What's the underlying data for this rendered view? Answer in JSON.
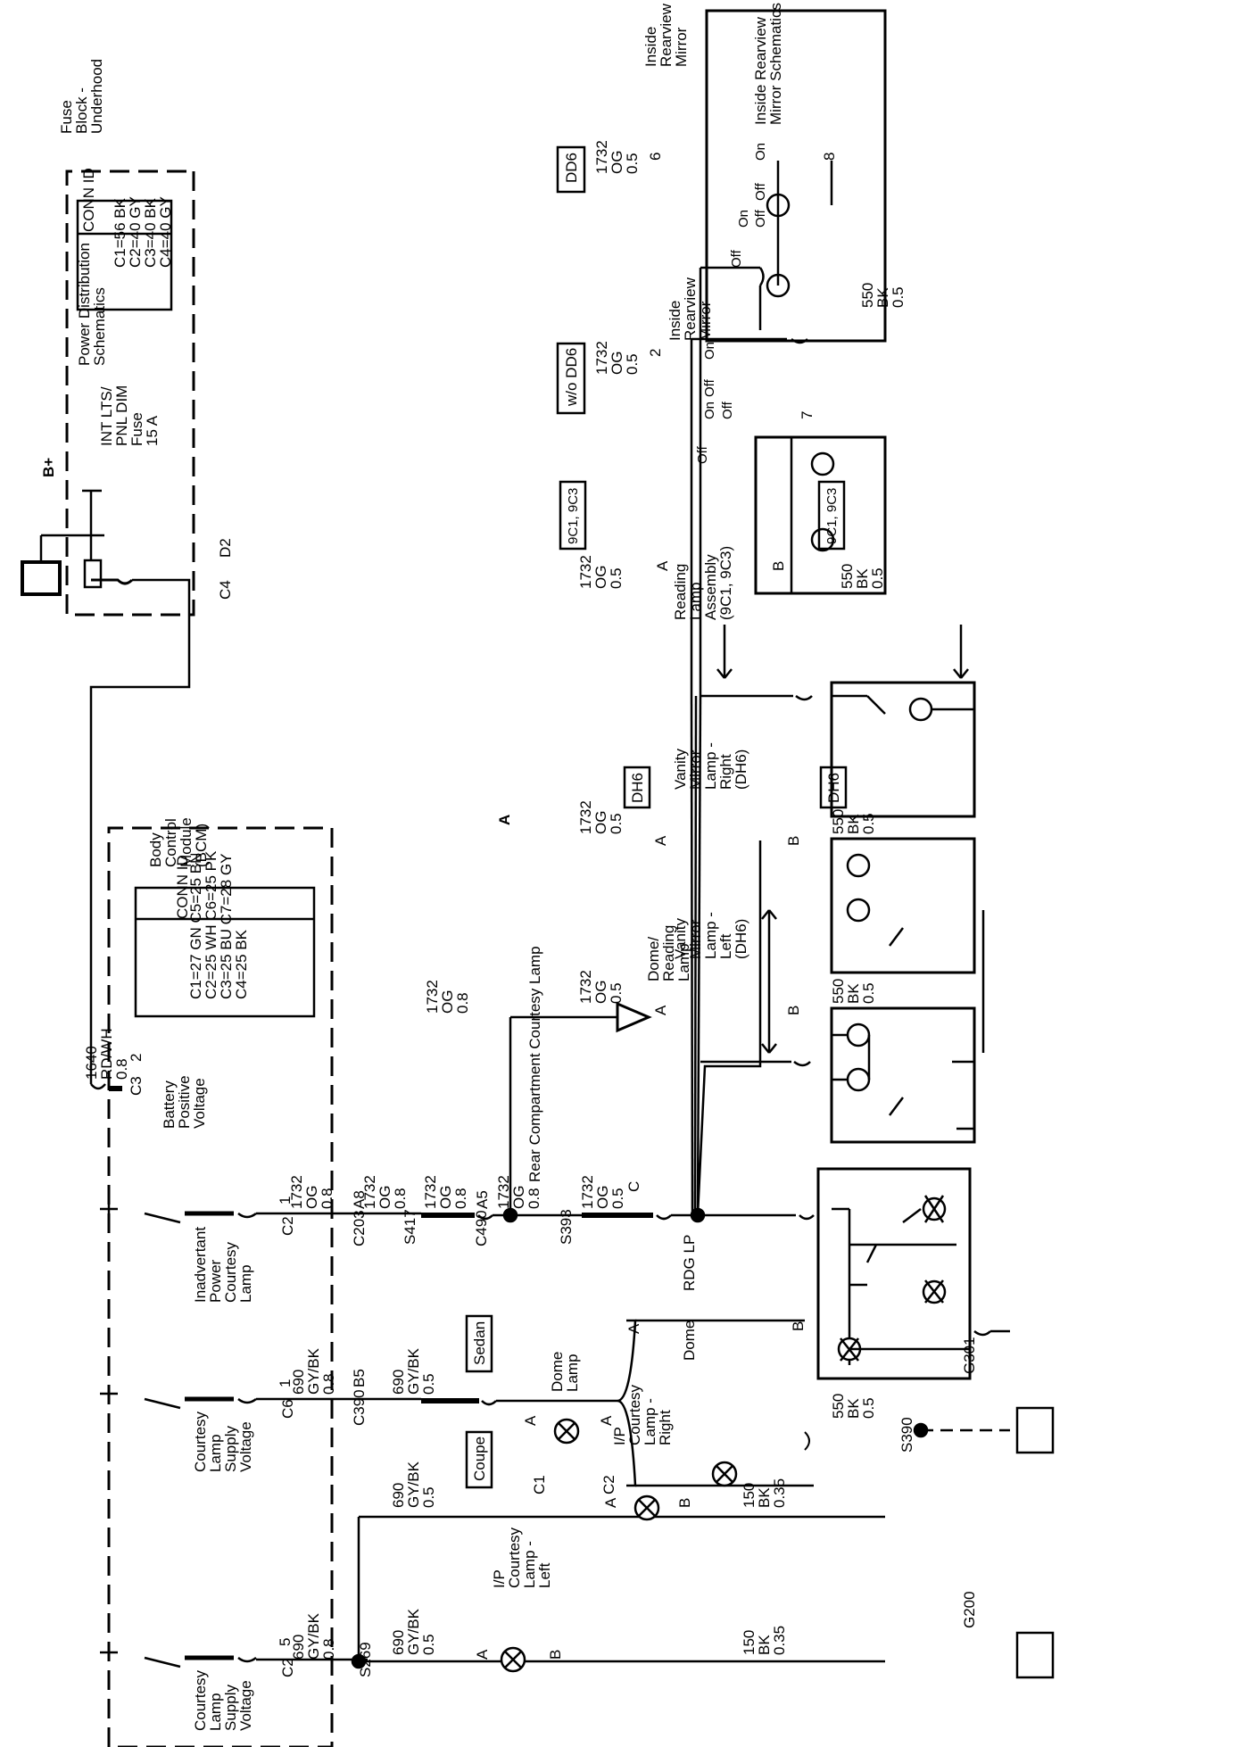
{
  "fuse_block": {
    "title": [
      "Fuse",
      "Block -",
      "Underhood"
    ],
    "b_plus": "B+",
    "fuse_name": [
      "INT LTS/",
      "PNL DIM",
      "Fuse",
      "15 A"
    ],
    "pds_ref": [
      "Power Distribution",
      "Schematics"
    ],
    "conn_id_header": "CONN ID",
    "conn_id": [
      "C1=56 BK",
      "C2=40 GY",
      "C3=40 BK",
      "C4=40 GY"
    ],
    "conn": "C4",
    "pin": "D2"
  },
  "bcm": {
    "title": [
      "Body",
      "Control",
      "Module",
      "(BCM)"
    ],
    "conn_id_header": "CONN ID",
    "conn_id": [
      "C1=27 GN  C5=25 BN",
      "C2=25 WH  C6=25 PK",
      "C3=25 BU  C7=28 GY",
      "C4=25 BK"
    ],
    "battery_input": [
      "Battery",
      "Positive",
      "Voltage"
    ],
    "battery_conn": "C3",
    "battery_pin": "2",
    "battery_wire": [
      "1640",
      "RD/WH",
      "0.8"
    ],
    "switches": [
      {
        "label": [
          "Inadvertant",
          "Power",
          "Courtesy",
          "Lamp"
        ],
        "conn": "C2",
        "pin": "1"
      },
      {
        "label": [
          "Courtesy",
          "Lamp",
          "Supply",
          "Voltage"
        ],
        "conn": "C6",
        "pin": "1"
      },
      {
        "label": [
          "Courtesy",
          "Lamp",
          "Supply",
          "Voltage"
        ],
        "conn": "C2",
        "pin": "5"
      }
    ]
  },
  "circuit_1732": {
    "wires": [
      [
        "1732",
        "OG",
        "0.8"
      ],
      [
        "1732",
        "OG",
        "0.8"
      ],
      [
        "1732",
        "OG",
        "0.8"
      ],
      [
        "1732",
        "OG",
        "0.8"
      ],
      [
        "1732",
        "OG",
        "0.8"
      ]
    ],
    "connectors": [
      "C203",
      "C490"
    ],
    "connector_pins": [
      "A8",
      "A5"
    ],
    "splices": [
      "S417",
      "S393"
    ],
    "offpage": "A",
    "rear_lamp": "Rear Compartment Courtesy Lamp"
  },
  "circuit_690": {
    "wire_top": [
      "690",
      "GY/BK",
      "0.8"
    ],
    "conn": "C390",
    "pin": "B5",
    "wire_out": [
      "690",
      "GY/BK",
      "0.5"
    ],
    "sedan": "Sedan",
    "coupe": "Coupe"
  },
  "dome_reading": {
    "title": [
      "Dome/",
      "Reading",
      "Lamp"
    ],
    "wire": [
      "1732",
      "OG",
      "0.5"
    ],
    "pin_top": "C",
    "pin_left": "A",
    "pin_right": "B",
    "labels": [
      "Dome",
      "RDG LP"
    ]
  },
  "dome_lamp": {
    "title": [
      "Dome",
      "Lamp"
    ],
    "conn_left": "C1",
    "conn_right": "C2",
    "pin_left": "A",
    "pin_right": "A"
  },
  "vanity_left": {
    "title": [
      "Vanity",
      "Mirror",
      "Lamp -",
      "Left",
      "(DH6)"
    ],
    "wire_in": [
      "1732",
      "OG",
      "0.5"
    ],
    "wire_out": [
      "550",
      "BK",
      "0.5"
    ],
    "pin_a": "A",
    "pin_b": "B"
  },
  "vanity_right": {
    "title": [
      "Vanity",
      "Mirror",
      "Lamp -",
      "Right",
      "(DH6)"
    ],
    "wire_in": [
      "1732",
      "OG",
      "0.5"
    ],
    "wire_out": [
      "550",
      "BK",
      "0.5"
    ],
    "pin_a": "A",
    "pin_b": "B"
  },
  "options": {
    "dh6_top": "DH6",
    "dh6_bottom": "DH6",
    "rpo_top": "9C1, 9C3",
    "rpo_bottom": "9C1, 9C3",
    "dd6": "DD6",
    "wo_dd6": "w/o DD6"
  },
  "reading_assembly": {
    "title": [
      "Reading",
      "Lamp",
      "Assembly",
      "(9C1, 9C3)"
    ],
    "wire_in": [
      "1732",
      "OG",
      "0.5"
    ],
    "wire_out": [
      "550",
      "BK",
      "0.5"
    ],
    "pin_a": "A",
    "pin_b": "B"
  },
  "mirror_wo": {
    "title": [
      "Inside",
      "Rearview",
      "Mirror"
    ],
    "wire_in": [
      "1732",
      "OG",
      "0.5"
    ],
    "pin_in": "2",
    "pin_out": "7",
    "labels": [
      "On",
      "Off",
      "Off",
      "On",
      "Off"
    ]
  },
  "mirror_dd6": {
    "title": [
      "Inside",
      "Rearview",
      "Mirror"
    ],
    "ref": [
      "Inside Rearview",
      "Mirror Schematics"
    ],
    "wire_in": [
      "1732",
      "OG",
      "0.5"
    ],
    "pin_in": "6",
    "pin_out": "8",
    "labels": [
      "On",
      "Off",
      "On",
      "Off",
      "Off"
    ],
    "wire_out": [
      "550",
      "BK",
      "0.5"
    ]
  },
  "ground_main": {
    "wire": [
      "550",
      "BK",
      "0.5"
    ],
    "splice": "S390",
    "ground": "G301"
  },
  "ip_lamps": {
    "splice": "S269",
    "wire_a": [
      "690",
      "GY/BK",
      "0.5"
    ],
    "wire_b": [
      "690",
      "GY/BK",
      "0.5"
    ],
    "left_title": [
      "I/P",
      "Courtesy",
      "Lamp -",
      "Left"
    ],
    "right_title": [
      "I/P",
      "Courtesy",
      "Lamp -",
      "Right"
    ],
    "pin_a": "A",
    "pin_b": "B",
    "wire_gnd_left": [
      "150",
      "BK",
      "0.35"
    ],
    "wire_gnd_right": [
      "150",
      "BK",
      "0.35"
    ],
    "ground": "G200"
  }
}
